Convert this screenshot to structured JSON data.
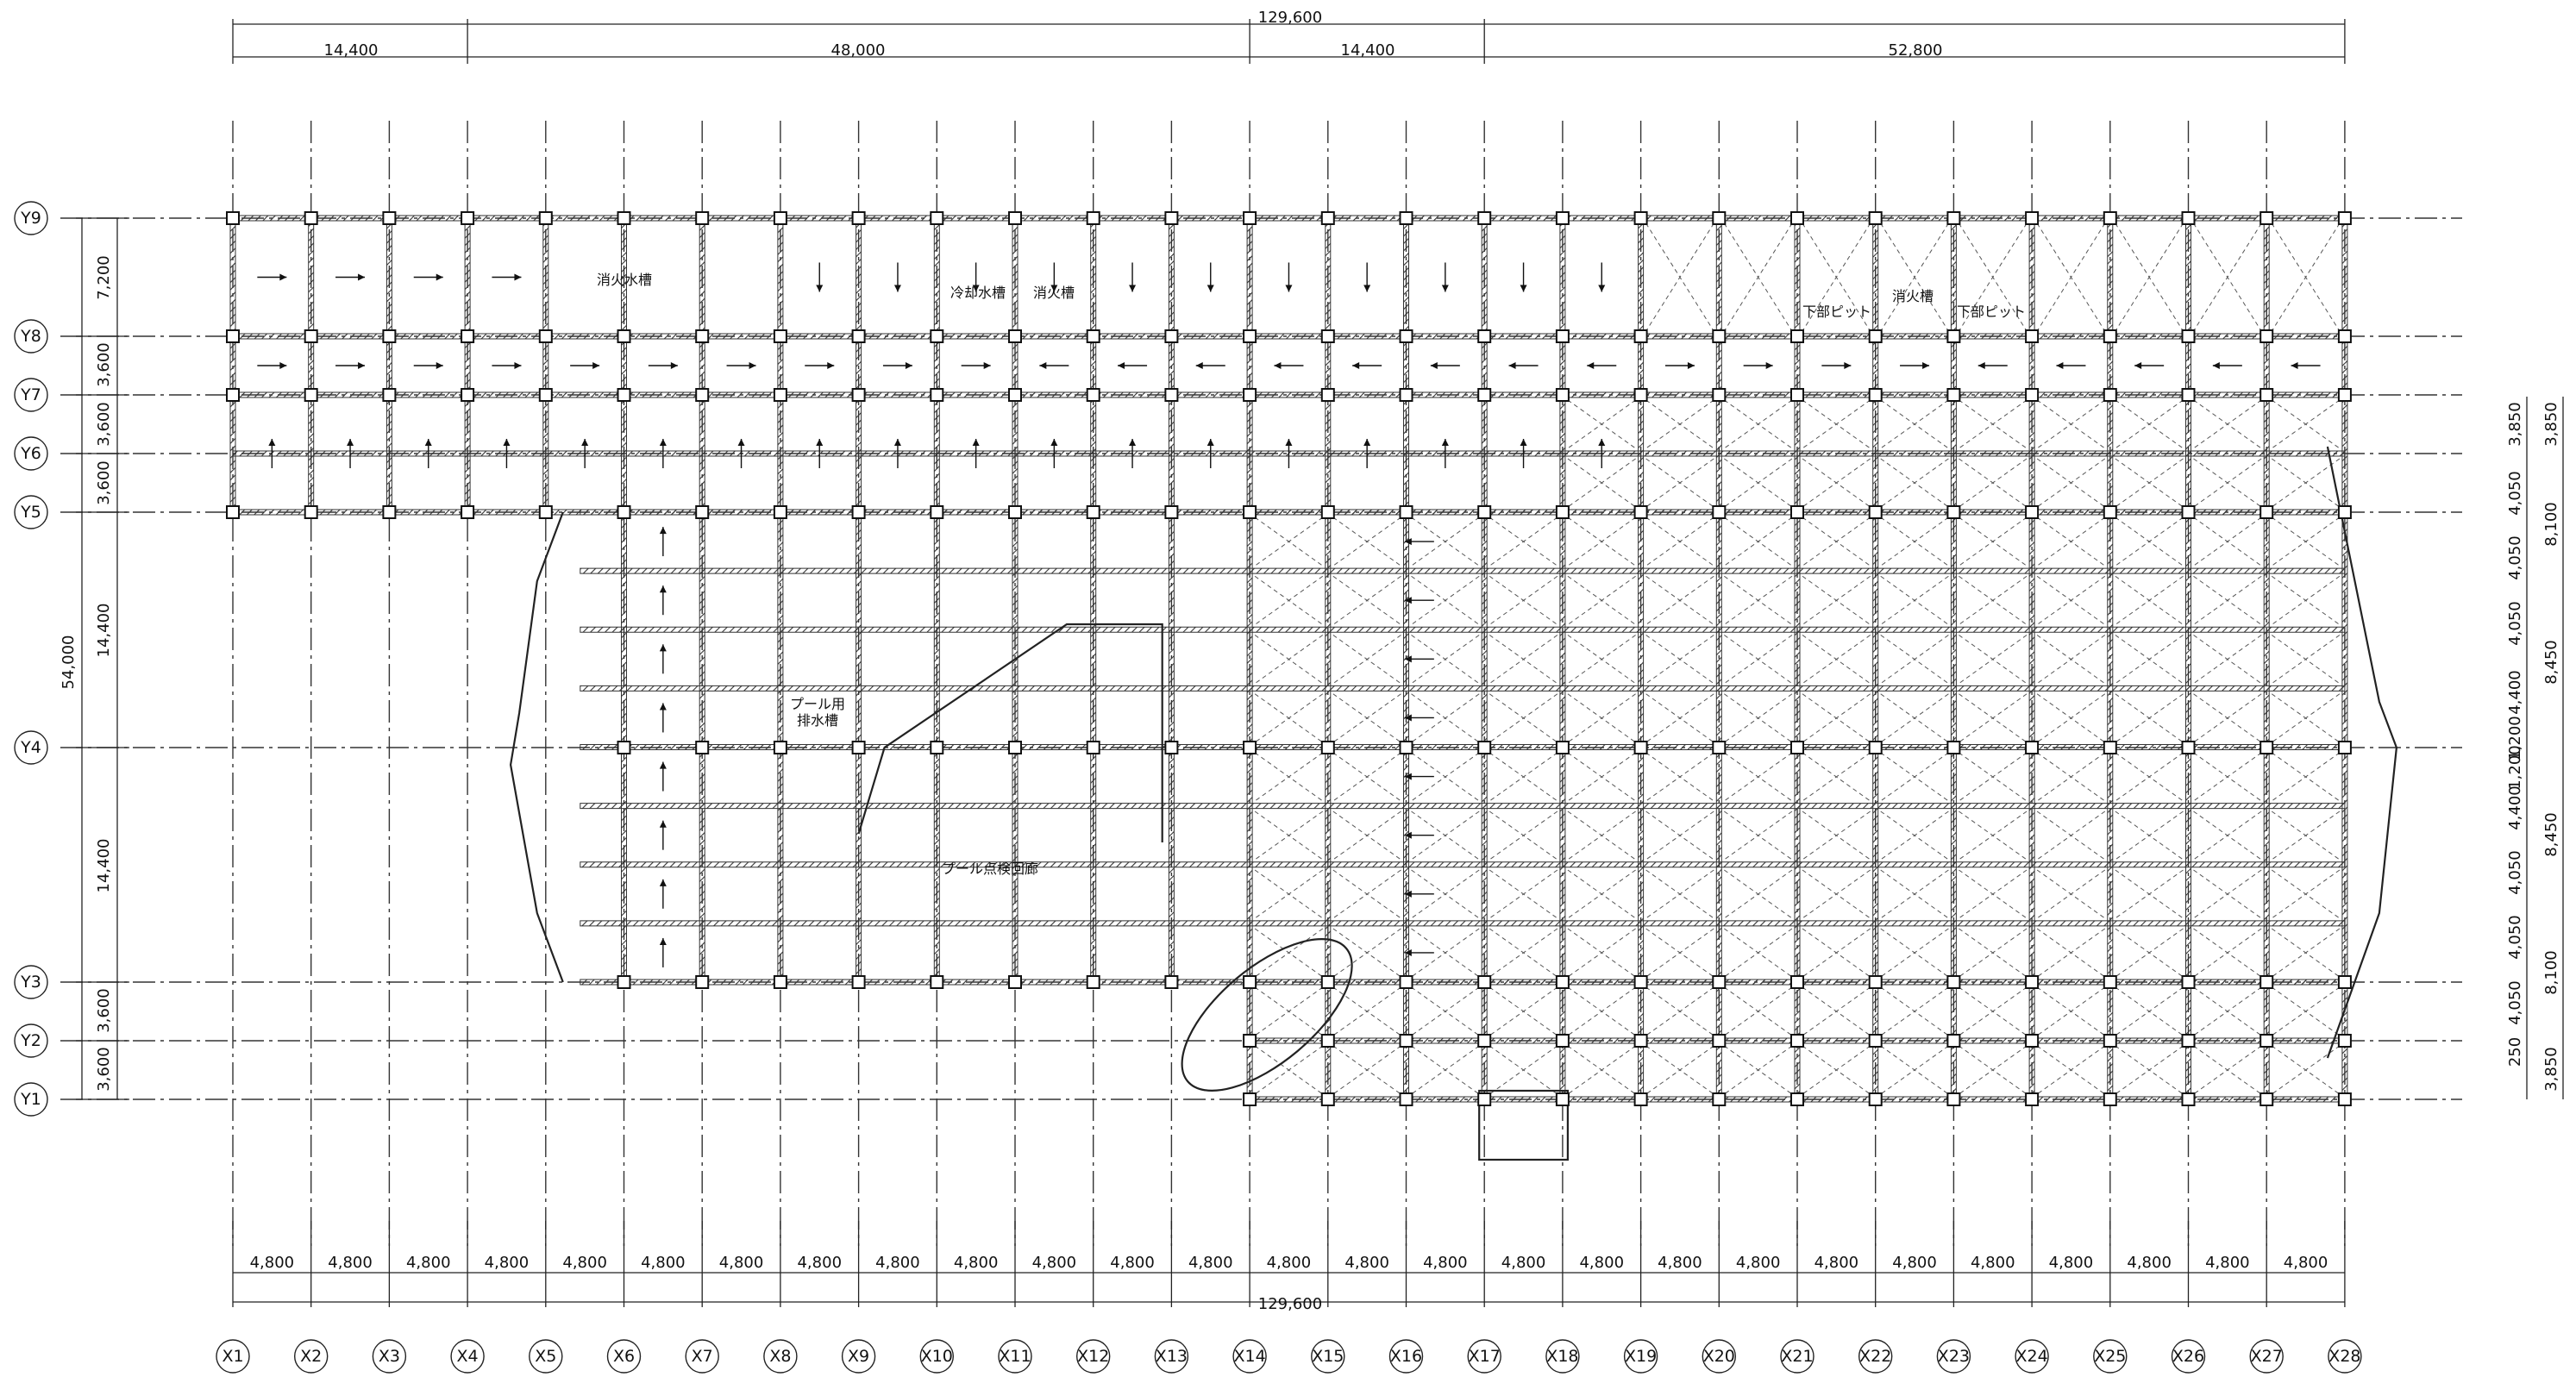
{
  "drawing": {
    "x_axes": [
      "X1",
      "X2",
      "X3",
      "X4",
      "X5",
      "X6",
      "X7",
      "X8",
      "X9",
      "X10",
      "X11",
      "X12",
      "X13",
      "X14",
      "X15",
      "X16",
      "X17",
      "X18",
      "X19",
      "X20",
      "X21",
      "X22",
      "X23",
      "X24",
      "X25",
      "X26",
      "X27",
      "X28"
    ],
    "y_axes": [
      "Y1",
      "Y2",
      "Y3",
      "Y4",
      "Y5",
      "Y6",
      "Y7",
      "Y8",
      "Y9"
    ],
    "top_total": "129,600",
    "top_segments": [
      "14,400",
      "48,000",
      "14,400",
      "52,800"
    ],
    "bottom_total": "129,600",
    "bottom_spans": [
      "4,800",
      "4,800",
      "4,800",
      "4,800",
      "4,800",
      "4,800",
      "4,800",
      "4,800",
      "4,800",
      "4,800",
      "4,800",
      "4,800",
      "4,800",
      "4,800",
      "4,800",
      "4,800",
      "4,800",
      "4,800",
      "4,800",
      "4,800",
      "4,800",
      "4,800",
      "4,800",
      "4,800",
      "4,800",
      "4,800",
      "4,800"
    ],
    "left_total": "54,000",
    "left_spans": [
      "3,600",
      "3,600",
      "14,400",
      "14,400",
      "3,600",
      "3,600",
      "3,600",
      "7,200"
    ],
    "right_inner": [
      "3,850",
      "4,050",
      "4,050",
      "4,050",
      "4,400",
      "1,200",
      "1,200",
      "4,400",
      "4,050",
      "4,050",
      "4,050",
      "3,850"
    ],
    "right_outer": [
      "8,100",
      "8,450",
      "8,450",
      "8,100"
    ],
    "right_small": "250",
    "rooms": [
      "消火水槽",
      "冷却水槽",
      "消火槽",
      "消火槽",
      "下部ピット",
      "下部ピット",
      "プール用",
      "排水槽",
      "プール点検回廊"
    ]
  }
}
